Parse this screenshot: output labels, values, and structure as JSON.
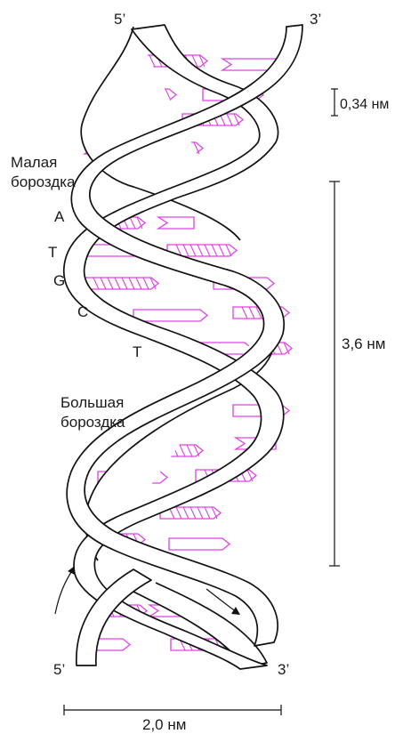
{
  "diagram": {
    "strand_ends": {
      "top_left": "5’",
      "top_right": "3’",
      "bottom_left": "5’",
      "bottom_right": "3’"
    },
    "grooves": {
      "minor": [
        "Малая",
        "бороздка"
      ],
      "major": [
        "Большая",
        "бороздка"
      ]
    },
    "bases": [
      "A",
      "T",
      "G",
      "C",
      "T"
    ],
    "dimensions": {
      "base_step": "0,34 нм",
      "helix_pitch": "3,6 нм",
      "helix_width": "2,0 нм"
    },
    "colors": {
      "base_pairs": "#e040e6",
      "outline": "#111111"
    }
  }
}
